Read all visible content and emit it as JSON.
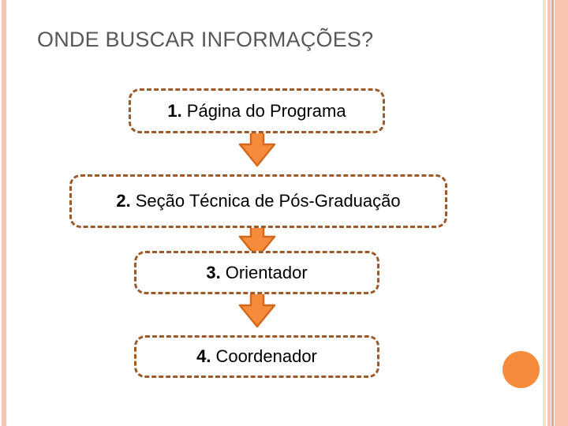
{
  "slide": {
    "title": "ONDE BUSCAR INFORMAÇÕES?",
    "background_color": "#FFFFFF",
    "title_color": "#56585C"
  },
  "theme": {
    "accent_orange": "#F68B3C",
    "arrow_outline": "#D2691E",
    "box_border": "#9D5A29",
    "edge_stripe_light": "#F7E0D2",
    "edge_stripe_salmon": "#F7C3AC",
    "edge_stripe_dark": "#E8A583"
  },
  "flow": {
    "steps": [
      {
        "number": "1.",
        "label": "Página do Programa"
      },
      {
        "number": "2.",
        "label": "Seção Técnica de Pós-Graduação"
      },
      {
        "number": "3.",
        "label": "Orientador"
      },
      {
        "number": "4.",
        "label": "Coordenador"
      }
    ],
    "connectors": [
      {
        "name": "down-arrow-icon"
      },
      {
        "name": "down-arrow-icon"
      },
      {
        "name": "down-arrow-icon"
      }
    ]
  },
  "decorations": {
    "orange_dot": "orange-circle-decoration",
    "left_stripe": "left-edge-stripe",
    "right_stripes": "right-edge-stripes"
  }
}
